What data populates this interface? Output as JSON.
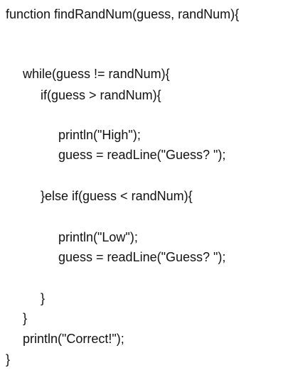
{
  "code": {
    "lines": [
      "function findRandNum(guess, randNum){",
      "while(guess != randNum){",
      "if(guess > randNum){",
      "println(\"High\");",
      "guess = readLine(\"Guess? \");",
      "}else if(guess < randNum){",
      "println(\"Low\");",
      "guess = readLine(\"Guess? \");",
      "}",
      "}",
      "println(\"Correct!\");",
      "}"
    ]
  }
}
